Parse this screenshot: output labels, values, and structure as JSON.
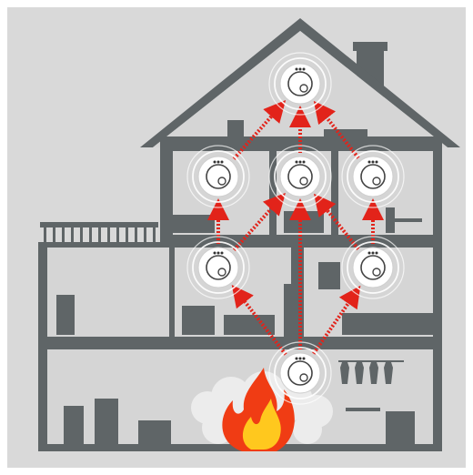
{
  "diagram": {
    "colors": {
      "panel_background": "#d9d9d9",
      "house_wall": "#5f6567",
      "room_interior": "#d5d5d5",
      "arrow": "#e2231a",
      "detector_ring": "#ffffff",
      "fire_outer": "#f03c14",
      "fire_inner": "#ffc81e",
      "smoke": "#ececec"
    },
    "detectors": [
      {
        "name": "attic-detector",
        "floor": "attic"
      },
      {
        "name": "upper-left-detector",
        "floor": "upper"
      },
      {
        "name": "upper-center-detector",
        "floor": "upper"
      },
      {
        "name": "upper-right-detector",
        "floor": "upper"
      },
      {
        "name": "middle-left-detector",
        "floor": "middle"
      },
      {
        "name": "middle-right-detector",
        "floor": "middle"
      },
      {
        "name": "basement-detector",
        "floor": "basement"
      }
    ],
    "links": [
      [
        "basement-detector",
        "middle-left-detector"
      ],
      [
        "basement-detector",
        "middle-right-detector"
      ],
      [
        "basement-detector",
        "upper-center-detector"
      ],
      [
        "middle-left-detector",
        "upper-left-detector"
      ],
      [
        "middle-left-detector",
        "upper-center-detector"
      ],
      [
        "middle-right-detector",
        "upper-right-detector"
      ],
      [
        "middle-right-detector",
        "upper-center-detector"
      ],
      [
        "upper-left-detector",
        "attic-detector"
      ],
      [
        "upper-center-detector",
        "attic-detector"
      ],
      [
        "upper-right-detector",
        "attic-detector"
      ]
    ],
    "fire_location": "basement",
    "icons": [
      "smoke-detector-icon",
      "fire-icon",
      "smoke-cloud-icon"
    ]
  }
}
